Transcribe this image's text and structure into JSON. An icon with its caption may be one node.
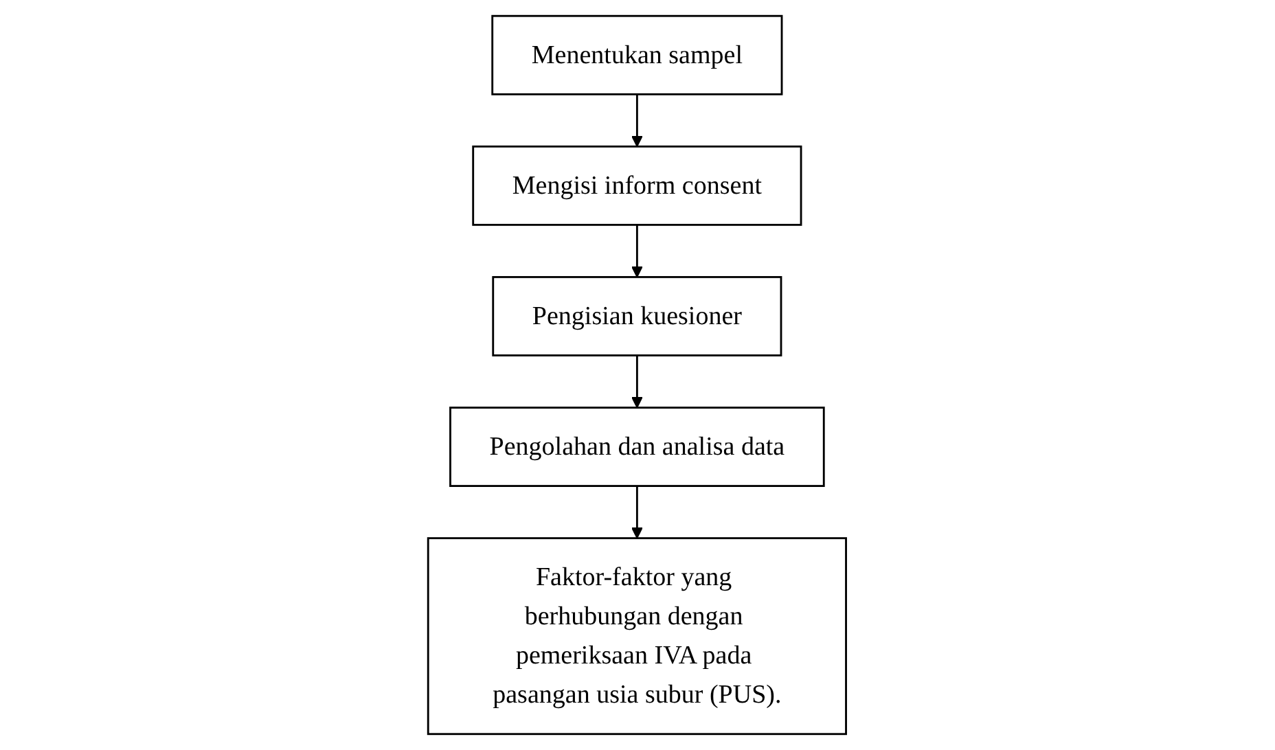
{
  "diagram": {
    "nodes": [
      {
        "text": [
          "Menentukan sampel"
        ]
      },
      {
        "text": [
          "Mengisi inform consent"
        ]
      },
      {
        "text": [
          "Pengisian kuesioner"
        ]
      },
      {
        "text": [
          "Pengolahan dan analisa data"
        ]
      },
      {
        "text": [
          "Faktor-faktor yang berhubungan dengan pemeriksaan IVA pada pasangan usia subur (PUS)."
        ]
      }
    ],
    "edges": [
      {
        "from": 0,
        "to": 1,
        "arrow": "to"
      },
      {
        "from": 1,
        "to": 2,
        "arrow": "to"
      },
      {
        "from": 2,
        "to": 3,
        "arrow": "to"
      },
      {
        "from": 3,
        "to": 4,
        "arrow": "to"
      }
    ]
  }
}
